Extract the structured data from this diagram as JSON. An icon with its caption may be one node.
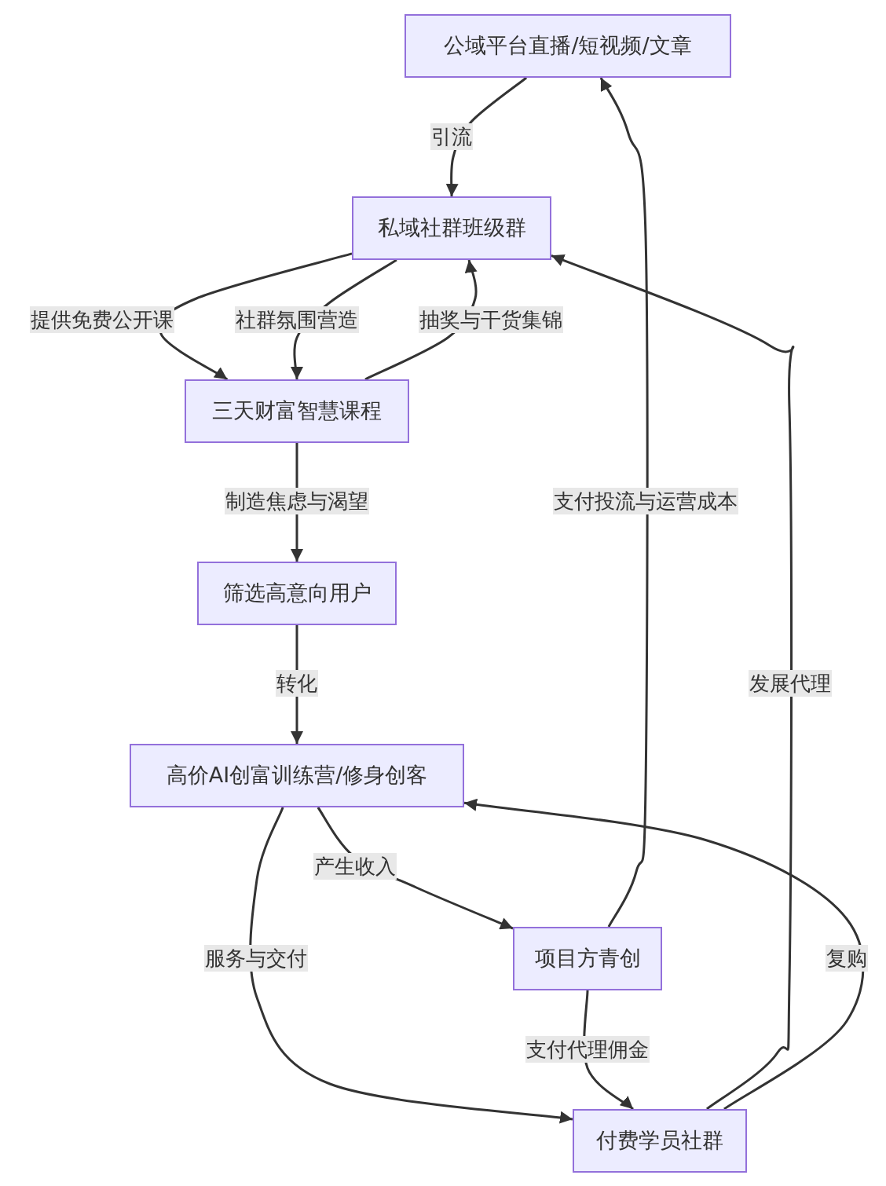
{
  "diagram": {
    "nodes": [
      {
        "text": [
          "公域平台直播/短视频/文章"
        ]
      },
      {
        "text": [
          "私域社群班级群"
        ]
      },
      {
        "text": [
          "三天财富智慧课程"
        ]
      },
      {
        "text": [
          "筛选高意向用户"
        ]
      },
      {
        "text": [
          "高价AI创富训练营/修身创客"
        ]
      },
      {
        "text": [
          "项目方青创"
        ]
      },
      {
        "text": [
          "付费学员社群"
        ]
      }
    ],
    "edges": [
      {
        "from": 0,
        "to": 1,
        "arrow": "to",
        "label": "引流"
      },
      {
        "from": 1,
        "to": 2,
        "arrow": "to",
        "label": "提供免费公开课"
      },
      {
        "from": 1,
        "to": 2,
        "arrow": "to",
        "label": "社群氛围营造"
      },
      {
        "from": 2,
        "to": 1,
        "arrow": "to",
        "label": "抽奖与干货集锦"
      },
      {
        "from": 2,
        "to": 3,
        "arrow": "to",
        "label": "制造焦虑与渴望"
      },
      {
        "from": 3,
        "to": 4,
        "arrow": "to",
        "label": "转化"
      },
      {
        "from": 4,
        "to": 5,
        "arrow": "to",
        "label": "产生收入"
      },
      {
        "from": 4,
        "to": 6,
        "arrow": "to",
        "label": "服务与交付"
      },
      {
        "from": 5,
        "to": 6,
        "arrow": "to",
        "label": "支付代理佣金"
      },
      {
        "from": 5,
        "to": 0,
        "arrow": "to",
        "label": "支付投流与运营成本"
      },
      {
        "from": 6,
        "to": 1,
        "arrow": "to",
        "label": "发展代理"
      },
      {
        "from": 6,
        "to": 4,
        "arrow": "to",
        "label": "复购"
      }
    ]
  }
}
